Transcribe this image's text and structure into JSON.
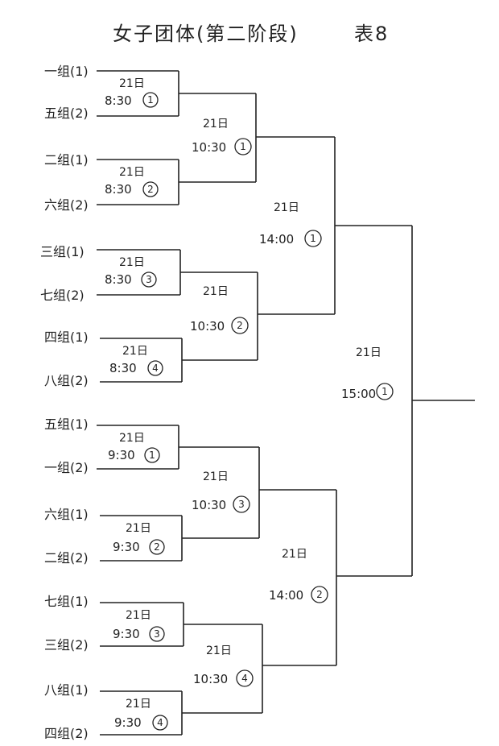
{
  "title": "女子团体(第二阶段)",
  "table_label": "表8",
  "teams": [
    "一组(1)",
    "五组(2)",
    "二组(1)",
    "六组(2)",
    "三组(1)",
    "七组(2)",
    "四组(1)",
    "八组(2)",
    "五组(1)",
    "一组(2)",
    "六组(1)",
    "二组(2)",
    "七组(1)",
    "三组(2)",
    "八组(1)",
    "四组(2)"
  ],
  "round1": [
    {
      "date": "21日",
      "time": "8:30",
      "num": "1"
    },
    {
      "date": "21日",
      "time": "8:30",
      "num": "2"
    },
    {
      "date": "21日",
      "time": "8:30",
      "num": "3"
    },
    {
      "date": "21日",
      "time": "8:30",
      "num": "4"
    },
    {
      "date": "21日",
      "time": "9:30",
      "num": "1"
    },
    {
      "date": "21日",
      "time": "9:30",
      "num": "2"
    },
    {
      "date": "21日",
      "time": "9:30",
      "num": "3"
    },
    {
      "date": "21日",
      "time": "9:30",
      "num": "4"
    }
  ],
  "round2": [
    {
      "date": "21日",
      "time": "10:30",
      "num": "1"
    },
    {
      "date": "21日",
      "time": "10:30",
      "num": "2"
    },
    {
      "date": "21日",
      "time": "10:30",
      "num": "3"
    },
    {
      "date": "21日",
      "time": "10:30",
      "num": "4"
    }
  ],
  "round3": [
    {
      "date": "21日",
      "time": "14:00",
      "num": "1"
    },
    {
      "date": "21日",
      "time": "14:00",
      "num": "2"
    }
  ],
  "final": {
    "date": "21日",
    "time": "15:00",
    "num": "1"
  }
}
